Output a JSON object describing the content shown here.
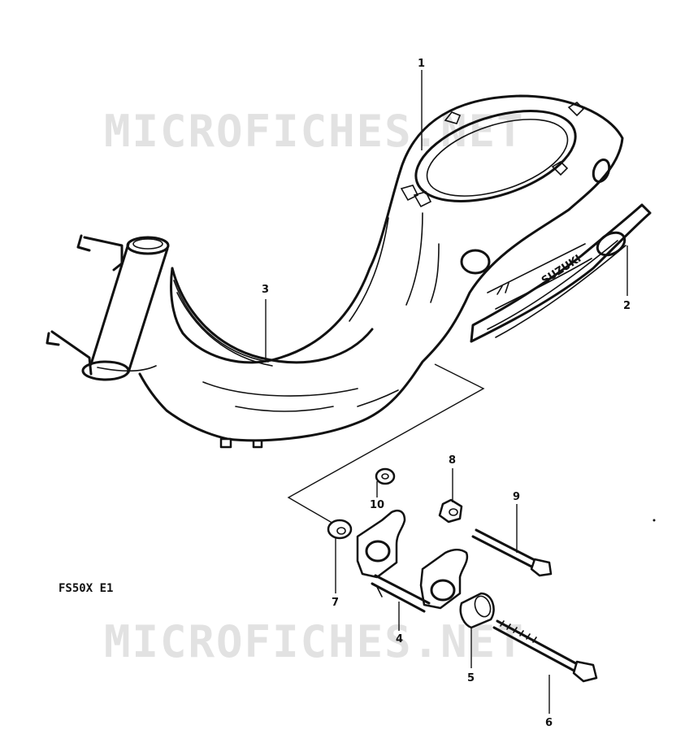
{
  "watermark": {
    "top": "MICROFICHES.NET",
    "bottom": "MICROFICHES.NET"
  },
  "model_label": "FS50X E1",
  "badge_text": "SUZUKI",
  "callouts": [
    {
      "id": "1",
      "label": "1"
    },
    {
      "id": "2",
      "label": "2"
    },
    {
      "id": "3",
      "label": "3"
    },
    {
      "id": "4",
      "label": "4"
    },
    {
      "id": "5",
      "label": "5"
    },
    {
      "id": "6",
      "label": "6"
    },
    {
      "id": "7",
      "label": "7"
    },
    {
      "id": "8",
      "label": "8"
    },
    {
      "id": "9",
      "label": "9"
    },
    {
      "id": "10",
      "label": "10"
    }
  ]
}
